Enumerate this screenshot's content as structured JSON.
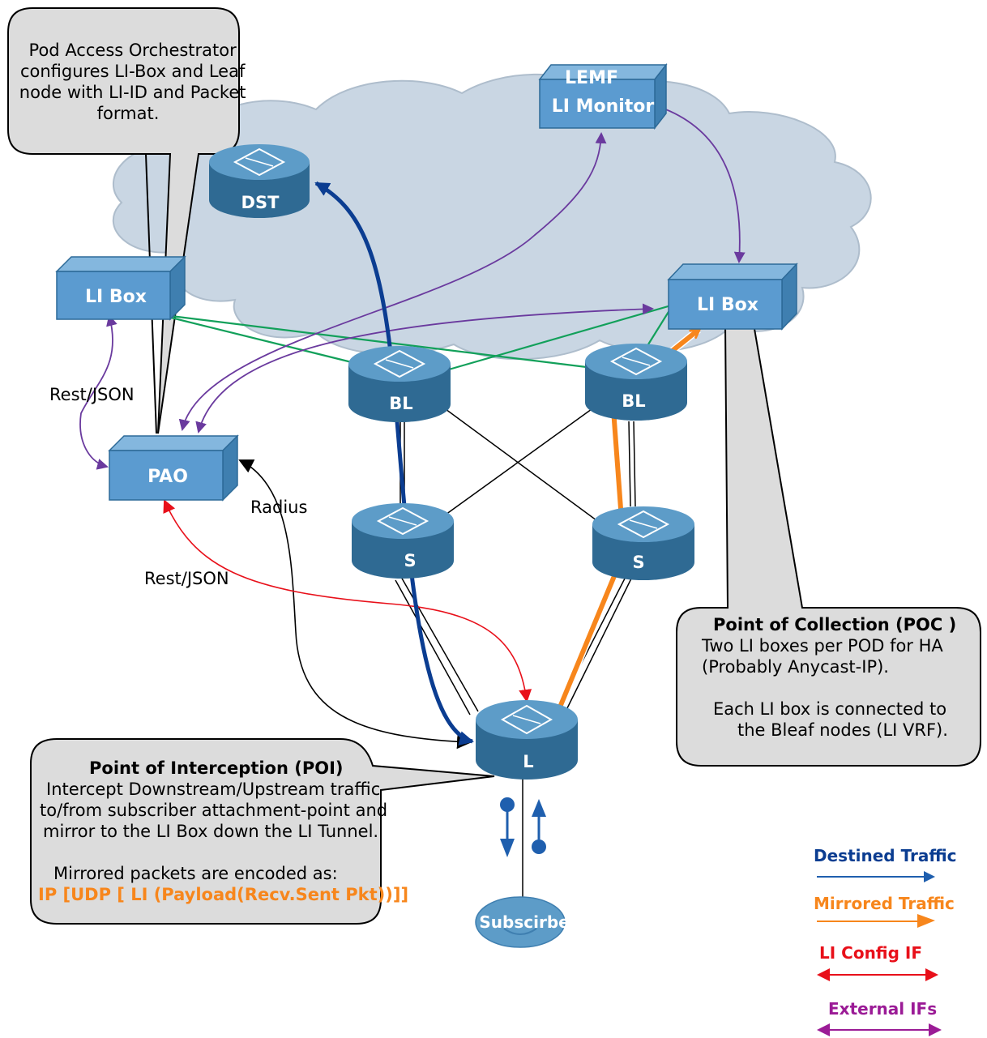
{
  "nodes": {
    "lemf_box": {
      "line1": "LEMF",
      "line2": "LI Monitor"
    },
    "dst": "DST",
    "li_box_left": "LI Box",
    "li_box_right": "LI Box",
    "pao": "PAO",
    "bl_left": "BL",
    "bl_right": "BL",
    "s_left": "S",
    "s_right": "S",
    "leaf": "L",
    "subscriber": "Subscirber"
  },
  "edge_labels": {
    "rest_json_left": "Rest/JSON",
    "radius": "Radius",
    "rest_json_bottom": "Rest/JSON"
  },
  "callouts": {
    "pao_note": [
      "Pod Access Orchestrator",
      "configures LI-Box and Leaf",
      "node with LI-ID and Packet",
      "format."
    ],
    "poc": {
      "title": "Point of Collection (POC )",
      "lines": [
        "Two LI boxes per POD for HA",
        "(Probably Anycast-IP).",
        "",
        "Each LI box is connected to",
        "the Bleaf nodes (LI VRF)."
      ]
    },
    "poi": {
      "title": "Point of Interception (POI)",
      "lines": [
        "Intercept Downstream/Upstream traffic",
        "to/from subscriber attachment-point and",
        "mirror to the LI Box down the LI Tunnel.",
        "",
        "Mirrored packets are encoded as:"
      ],
      "encoding": "IP [UDP [ LI (Payload(Recv.Sent Pkt))]]"
    }
  },
  "legend": {
    "destined": "Destined Traffic",
    "mirrored": "Mirrored Traffic",
    "li_config": "LI Config IF",
    "external": "External IFs"
  },
  "colors": {
    "destined": "#0b3d91",
    "mirrored": "#f7861c",
    "li_config": "#e8101a",
    "external": "#9b1b96",
    "external_line": "#6a3a9e",
    "li_link": "#12a05a",
    "box_fill": "#5b9bd0",
    "router_fill": "#3f7fa9",
    "cloud": "#c9d6e3"
  }
}
